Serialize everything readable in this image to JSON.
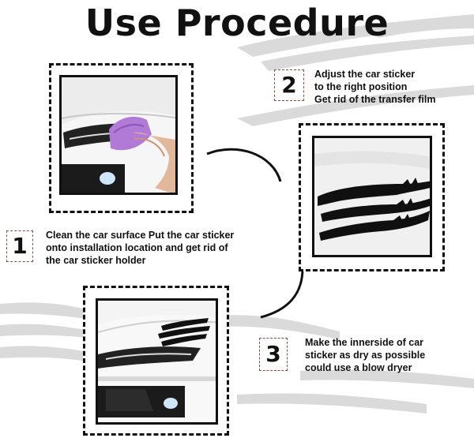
{
  "title": "Use Procedure",
  "steps": [
    {
      "number": "1",
      "lines": [
        "Clean the car surface Put the car sticker",
        "onto installation location and get rid of",
        "the car sticker holder"
      ]
    },
    {
      "number": "2",
      "lines": [
        "Adjust the car sticker",
        "to the right position",
        "Get rid of the transfer film"
      ]
    },
    {
      "number": "3",
      "lines": [
        "Make the innerside of car",
        "sticker as dry as possible",
        "could use a blow dryer"
      ]
    }
  ],
  "colors": {
    "frame": "#111111",
    "number_box_border": "#8a4a4a",
    "cloth": "#b07ad6",
    "streak": "#d6d6d6"
  }
}
